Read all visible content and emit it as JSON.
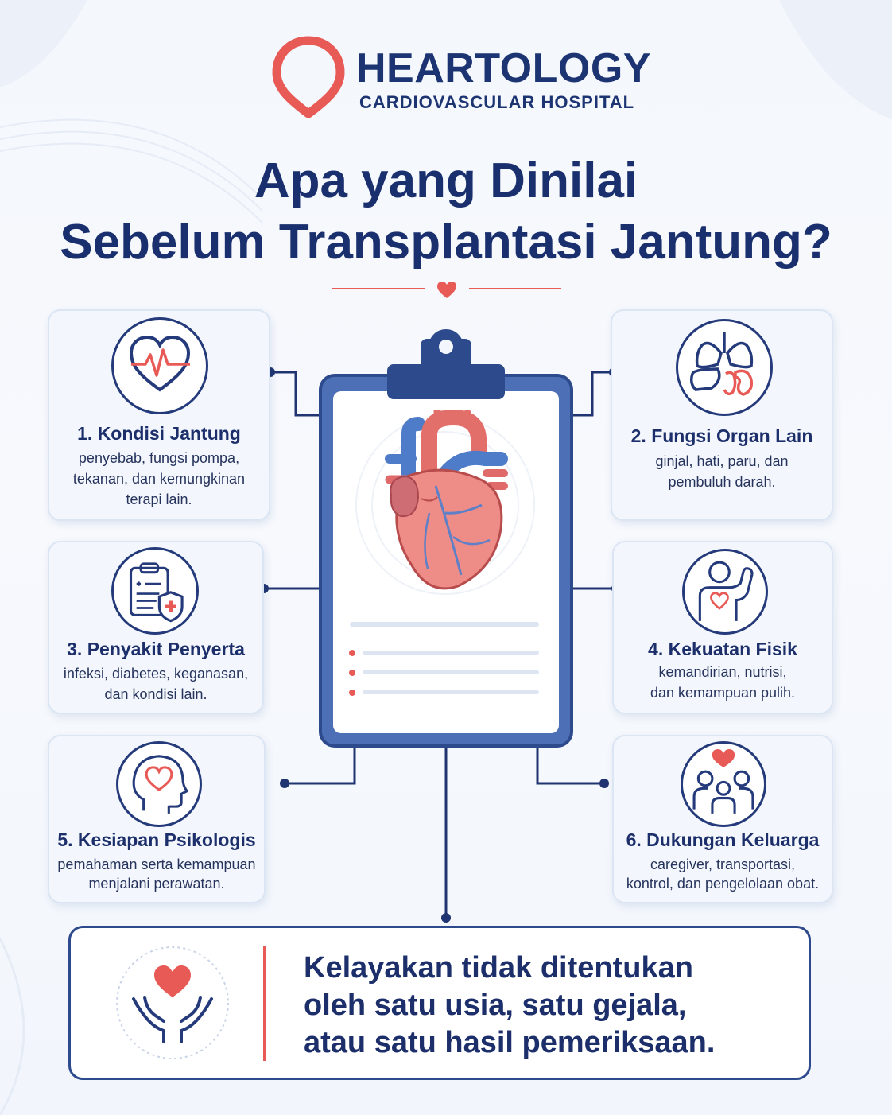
{
  "brand": {
    "name": "HEARTOLOGY",
    "subtitle": "CARDIOVASCULAR HOSPITAL",
    "logo_icon": "location-pin-icon",
    "colors": {
      "accent_red": "#e85a55",
      "navy": "#1d3473",
      "clipboard_blue": "#4d6fb5"
    }
  },
  "title": {
    "line1": "Apa yang Dinilai",
    "line2": "Sebelum Transplantasi Jantung?"
  },
  "cards": [
    {
      "icon": "heart-pulse-icon",
      "title": "1. Kondisi Jantung",
      "desc": [
        "penyebab, fungsi pompa,",
        "tekanan, dan kemungkinan",
        "terapi lain."
      ]
    },
    {
      "icon": "organs-icon",
      "title": "2. Fungsi Organ Lain",
      "desc": [
        "ginjal, hati, paru, dan",
        "pembuluh darah."
      ]
    },
    {
      "icon": "clipboard-shield-icon",
      "title": "3. Penyakit Penyerta",
      "desc": [
        "infeksi, diabetes, keganasan,",
        "dan kondisi lain."
      ]
    },
    {
      "icon": "strength-icon",
      "title": "4. Kekuatan Fisik",
      "desc": [
        "kemandirian, nutrisi,",
        "dan kemampuan pulih."
      ]
    },
    {
      "icon": "head-heart-icon",
      "title": "5. Kesiapan Psikologis",
      "desc": [
        "pemahaman serta kemampuan",
        "menjalani perawatan."
      ]
    },
    {
      "icon": "family-heart-icon",
      "title": "6. Dukungan Keluarga",
      "desc": [
        "caregiver, transportasi,",
        "kontrol, dan pengelolaan obat."
      ]
    }
  ],
  "center": {
    "icon": "clipboard-heart-illustration"
  },
  "banner": {
    "icon": "hands-heart-icon",
    "lines": [
      "Kelayakan tidak ditentukan",
      "oleh satu usia, satu gejala,",
      "atau satu hasil pemeriksaan."
    ]
  }
}
